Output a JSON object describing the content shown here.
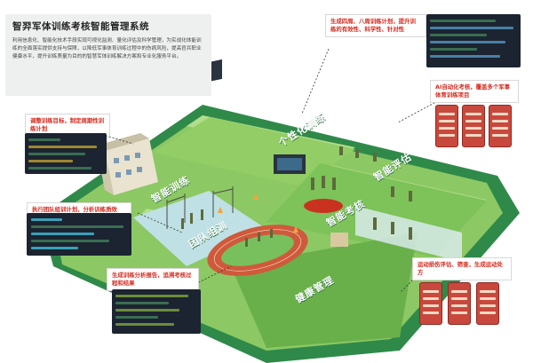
{
  "title": "智羿军体训练考核智能管理系统",
  "intro": "利用信息化、智能化技术手段实现可视化监测、量化评估及科学管理，为实战化体能训练的全面落实提供支持与保障，以降低军事体育训练过程中的伤病风险，提高官兵职业健康水平，提升训练质量为目的的智慧军体训练解决方案和专业化服务平台。",
  "callouts": {
    "top_right": "生成四周、八周训练计划，提升训练的有效性、科学性、针对性",
    "left_upper": "调整训练目标，制定周期性训练计划",
    "right_upper": "AI自动化考核，覆盖多个军事体育训练项目",
    "left_middle": "执行团队组训计划，分析训练质效",
    "bottom_center": "生成训练分析报告，追溯考核过程和结果",
    "bottom_right": "运动损伤评估、筛查，生成运动处方"
  },
  "zones": {
    "personal": "个性化训练",
    "smart_eval": "智能评估",
    "intelligent": "智能训练",
    "group": "团队组训",
    "ai_exam": "智能考核",
    "health": "健康管理"
  },
  "colors": {
    "ground_dark": "#2f8a4a",
    "ground_light": "#9fd36a",
    "track": "#cf5a3b",
    "accent_red": "#d62b1f",
    "blue_floor": "#bfe0e4"
  }
}
